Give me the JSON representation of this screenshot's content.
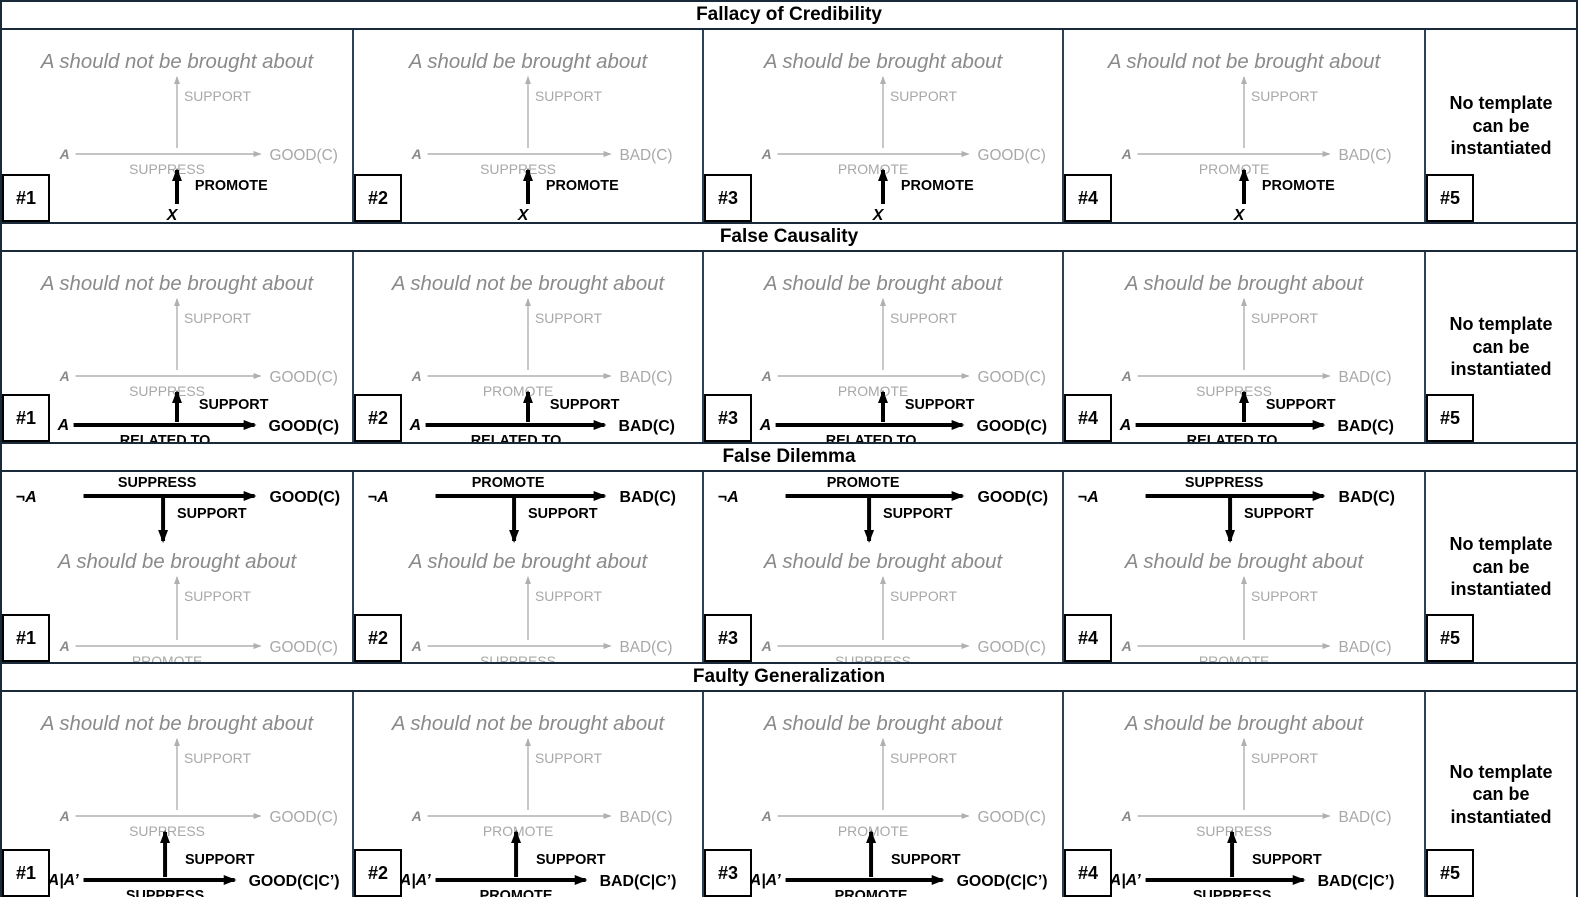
{
  "sections": [
    {
      "title": "Fallacy of Credibility",
      "panels": [
        {
          "badge": "#1",
          "claim": "A should not be brought about",
          "g_from": "A",
          "g_to": "GOOD(C)",
          "g_edge": "SUPPRESS",
          "g_up": "SUPPORT",
          "b_label": "PROMOTE",
          "b_node": "X"
        },
        {
          "badge": "#2",
          "claim": "A should be brought about",
          "g_from": "A",
          "g_to": "BAD(C)",
          "g_edge": "SUPPRESS",
          "g_up": "SUPPORT",
          "b_label": "PROMOTE",
          "b_node": "X"
        },
        {
          "badge": "#3",
          "claim": "A should be brought about",
          "g_from": "A",
          "g_to": "GOOD(C)",
          "g_edge": "PROMOTE",
          "g_up": "SUPPORT",
          "b_label": "PROMOTE",
          "b_node": "X"
        },
        {
          "badge": "#4",
          "claim": "A should not be brought about",
          "g_from": "A",
          "g_to": "BAD(C)",
          "g_edge": "PROMOTE",
          "g_up": "SUPPORT",
          "b_label": "PROMOTE",
          "b_node": "X"
        },
        {
          "badge": "#5",
          "no_template": "No template can be instantiated"
        }
      ]
    },
    {
      "title": "False Causality",
      "panels": [
        {
          "badge": "#1",
          "claim": "A should not be brought about",
          "g_from": "A",
          "g_to": "GOOD(C)",
          "g_edge": "SUPPRESS",
          "g_up": "SUPPORT",
          "b_from": "A",
          "b_to": "GOOD(C)",
          "b_edge": "RELATED TO",
          "b_up": "SUPPORT"
        },
        {
          "badge": "#2",
          "claim": "A should not be brought about",
          "g_from": "A",
          "g_to": "BAD(C)",
          "g_edge": "PROMOTE",
          "g_up": "SUPPORT",
          "b_from": "A",
          "b_to": "BAD(C)",
          "b_edge": "RELATED TO",
          "b_up": "SUPPORT"
        },
        {
          "badge": "#3",
          "claim": "A should be brought about",
          "g_from": "A",
          "g_to": "GOOD(C)",
          "g_edge": "PROMOTE",
          "g_up": "SUPPORT",
          "b_from": "A",
          "b_to": "GOOD(C)",
          "b_edge": "RELATED TO",
          "b_up": "SUPPORT"
        },
        {
          "badge": "#4",
          "claim": "A should be brought about",
          "g_from": "A",
          "g_to": "BAD(C)",
          "g_edge": "SUPPRESS",
          "g_up": "SUPPORT",
          "b_from": "A",
          "b_to": "BAD(C)",
          "b_edge": "RELATED TO",
          "b_up": "SUPPORT"
        },
        {
          "badge": "#5",
          "no_template": "No template can be instantiated"
        }
      ]
    },
    {
      "title": "False Dilemma",
      "panels": [
        {
          "badge": "#1",
          "top_from": "¬A",
          "top_to": "GOOD(C)",
          "top_edge": "SUPPRESS",
          "top_down": "SUPPORT",
          "claim": "A should be brought about",
          "g_from": "A",
          "g_to": "GOOD(C)",
          "g_edge": "PROMOTE",
          "g_up": "SUPPORT"
        },
        {
          "badge": "#2",
          "top_from": "¬A",
          "top_to": "BAD(C)",
          "top_edge": "PROMOTE",
          "top_down": "SUPPORT",
          "claim": "A should be brought about",
          "g_from": "A",
          "g_to": "BAD(C)",
          "g_edge": "SUPPRESS",
          "g_up": "SUPPORT"
        },
        {
          "badge": "#3",
          "top_from": "¬A",
          "top_to": "GOOD(C)",
          "top_edge": "PROMOTE",
          "top_down": "SUPPORT",
          "claim": "A should be brought about",
          "g_from": "A",
          "g_to": "GOOD(C)",
          "g_edge": "SUPPRESS",
          "g_up": "SUPPORT"
        },
        {
          "badge": "#4",
          "top_from": "¬A",
          "top_to": "BAD(C)",
          "top_edge": "SUPPRESS",
          "top_down": "SUPPORT",
          "claim": "A should be brought about",
          "g_from": "A",
          "g_to": "BAD(C)",
          "g_edge": "PROMOTE",
          "g_up": "SUPPORT"
        },
        {
          "badge": "#5",
          "no_template": "No template can be instantiated"
        }
      ]
    },
    {
      "title": "Faulty Generalization",
      "panels": [
        {
          "badge": "#1",
          "claim": "A should not be brought about",
          "g_from": "A",
          "g_to": "GOOD(C)",
          "g_edge": "SUPPRESS",
          "g_up": "SUPPORT",
          "b_from": "A|A’",
          "b_to": "GOOD(C|C’)",
          "b_edge": "SUPPRESS",
          "b_up": "SUPPORT"
        },
        {
          "badge": "#2",
          "claim": "A should not be brought about",
          "g_from": "A",
          "g_to": "BAD(C)",
          "g_edge": "PROMOTE",
          "g_up": "SUPPORT",
          "b_from": "A|A’",
          "b_to": "BAD(C|C’)",
          "b_edge": "PROMOTE",
          "b_up": "SUPPORT"
        },
        {
          "badge": "#3",
          "claim": "A should be brought about",
          "g_from": "A",
          "g_to": "GOOD(C)",
          "g_edge": "PROMOTE",
          "g_up": "SUPPORT",
          "b_from": "A|A’",
          "b_to": "GOOD(C|C’)",
          "b_edge": "PROMOTE",
          "b_up": "SUPPORT"
        },
        {
          "badge": "#4",
          "claim": "A should be brought about",
          "g_from": "A",
          "g_to": "BAD(C)",
          "g_edge": "SUPPRESS",
          "g_up": "SUPPORT",
          "b_from": "A|A’",
          "b_to": "BAD(C|C’)",
          "b_edge": "SUPPRESS",
          "b_up": "SUPPORT"
        },
        {
          "badge": "#5",
          "no_template": "No template can be instantiated"
        }
      ]
    }
  ]
}
